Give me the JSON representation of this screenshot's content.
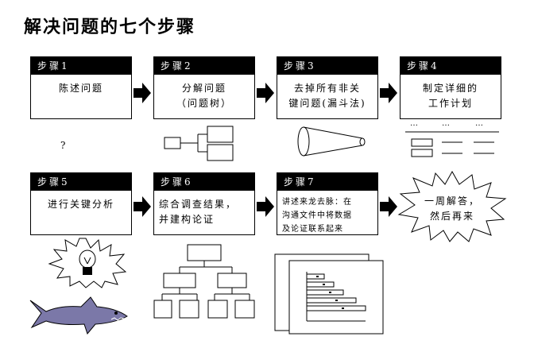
{
  "title": "解决问题的七个步骤",
  "steps": [
    {
      "header": "步骤1",
      "body": "陈述问题"
    },
    {
      "header": "步骤2",
      "body_lines": [
        "分解问题",
        "（问题树）"
      ]
    },
    {
      "header": "步骤3",
      "body_lines": [
        "去掉所有非关",
        "键问题(漏斗法)"
      ]
    },
    {
      "header": "步骤4",
      "body_lines": [
        "制定详细的",
        "工作计划"
      ]
    },
    {
      "header": "步骤5",
      "body": "进行关键分析"
    },
    {
      "header": "步骤6",
      "body_lines": [
        "综合调查结果，",
        "并建构论证"
      ]
    },
    {
      "header": "步骤7",
      "body_lines": [
        "讲述来龙去脉：在",
        "沟通文件中将数据",
        "及论证联系起来"
      ]
    }
  ],
  "question_mark": "?",
  "plan_dots": [
    "…",
    "…",
    "…"
  ],
  "final": {
    "lines": [
      "一周解答，",
      "然后再来"
    ]
  }
}
